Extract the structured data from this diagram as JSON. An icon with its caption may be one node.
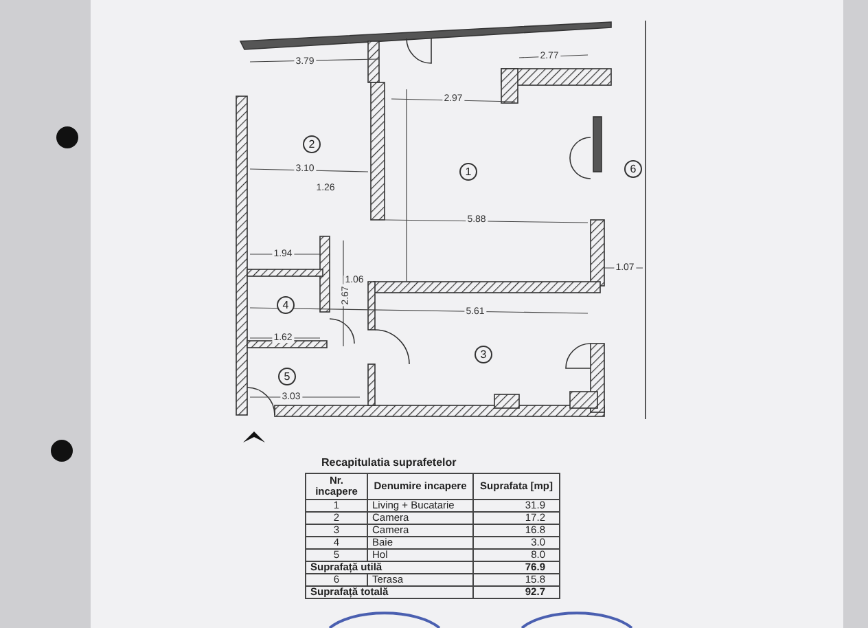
{
  "diagram": {
    "labels": [
      "3.79",
      "2.77",
      "2.97",
      "2",
      "3.10",
      "1",
      "6",
      "1.26",
      "5.88",
      "1.94",
      "1.07",
      "1.06",
      "2.67",
      "4",
      "5.61",
      "1.62",
      "3",
      "5",
      "3.03",
      "Recapitulatia suprafetelor",
      "Nr. incapere",
      "Denumire incapere",
      "Suprafata [mp]",
      "1",
      "Living + Bucatarie",
      "31.9",
      "2",
      "Camera",
      "17.2",
      "3",
      "Camera",
      "16.8",
      "4",
      "Baie",
      "3.0",
      "5",
      "Hol",
      "8.0",
      "Suprafață utilă",
      "76.9",
      "6",
      "Terasa",
      "15.8",
      "Suprafață totală",
      "92.7"
    ]
  }
}
